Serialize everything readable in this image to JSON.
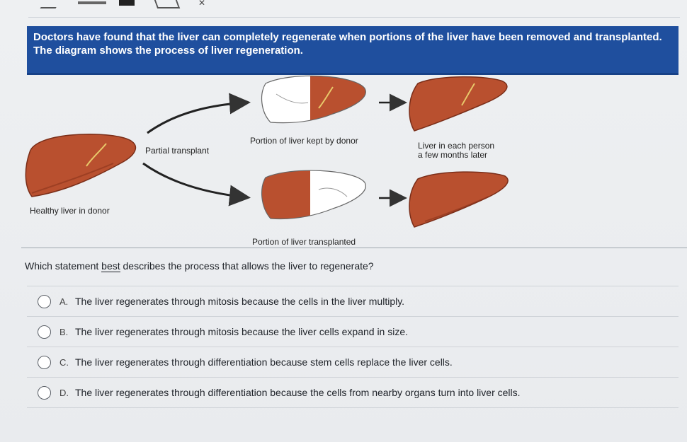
{
  "intro": {
    "line1": "Doctors have found that the liver can completely regenerate when portions of the liver have been removed and transplanted.",
    "line2": "The diagram shows the process of liver regeneration."
  },
  "diagram": {
    "label_healthy": "Healthy liver in donor",
    "label_partial": "Partial transplant",
    "label_kept": "Portion of liver kept by donor",
    "label_transplanted": "Portion of liver transplanted",
    "label_later_1": "Liver in each person",
    "label_later_2": "a few months later",
    "colors": {
      "liver": "#b9502f",
      "liver_dark": "#7a2e19",
      "outline": "#555555"
    }
  },
  "question": {
    "pre": "Which statement ",
    "emphasis": "best",
    "post": " describes the process that allows the liver to regenerate?"
  },
  "choices": [
    {
      "letter": "A.",
      "text": "The liver regenerates through mitosis because the cells in the liver multiply."
    },
    {
      "letter": "B.",
      "text": "The liver regenerates through mitosis because the liver cells expand in size."
    },
    {
      "letter": "C.",
      "text": "The liver regenerates through differentiation because stem cells replace the liver cells."
    },
    {
      "letter": "D.",
      "text": "The liver regenerates through differentiation because the cells from nearby organs turn into liver cells."
    }
  ]
}
